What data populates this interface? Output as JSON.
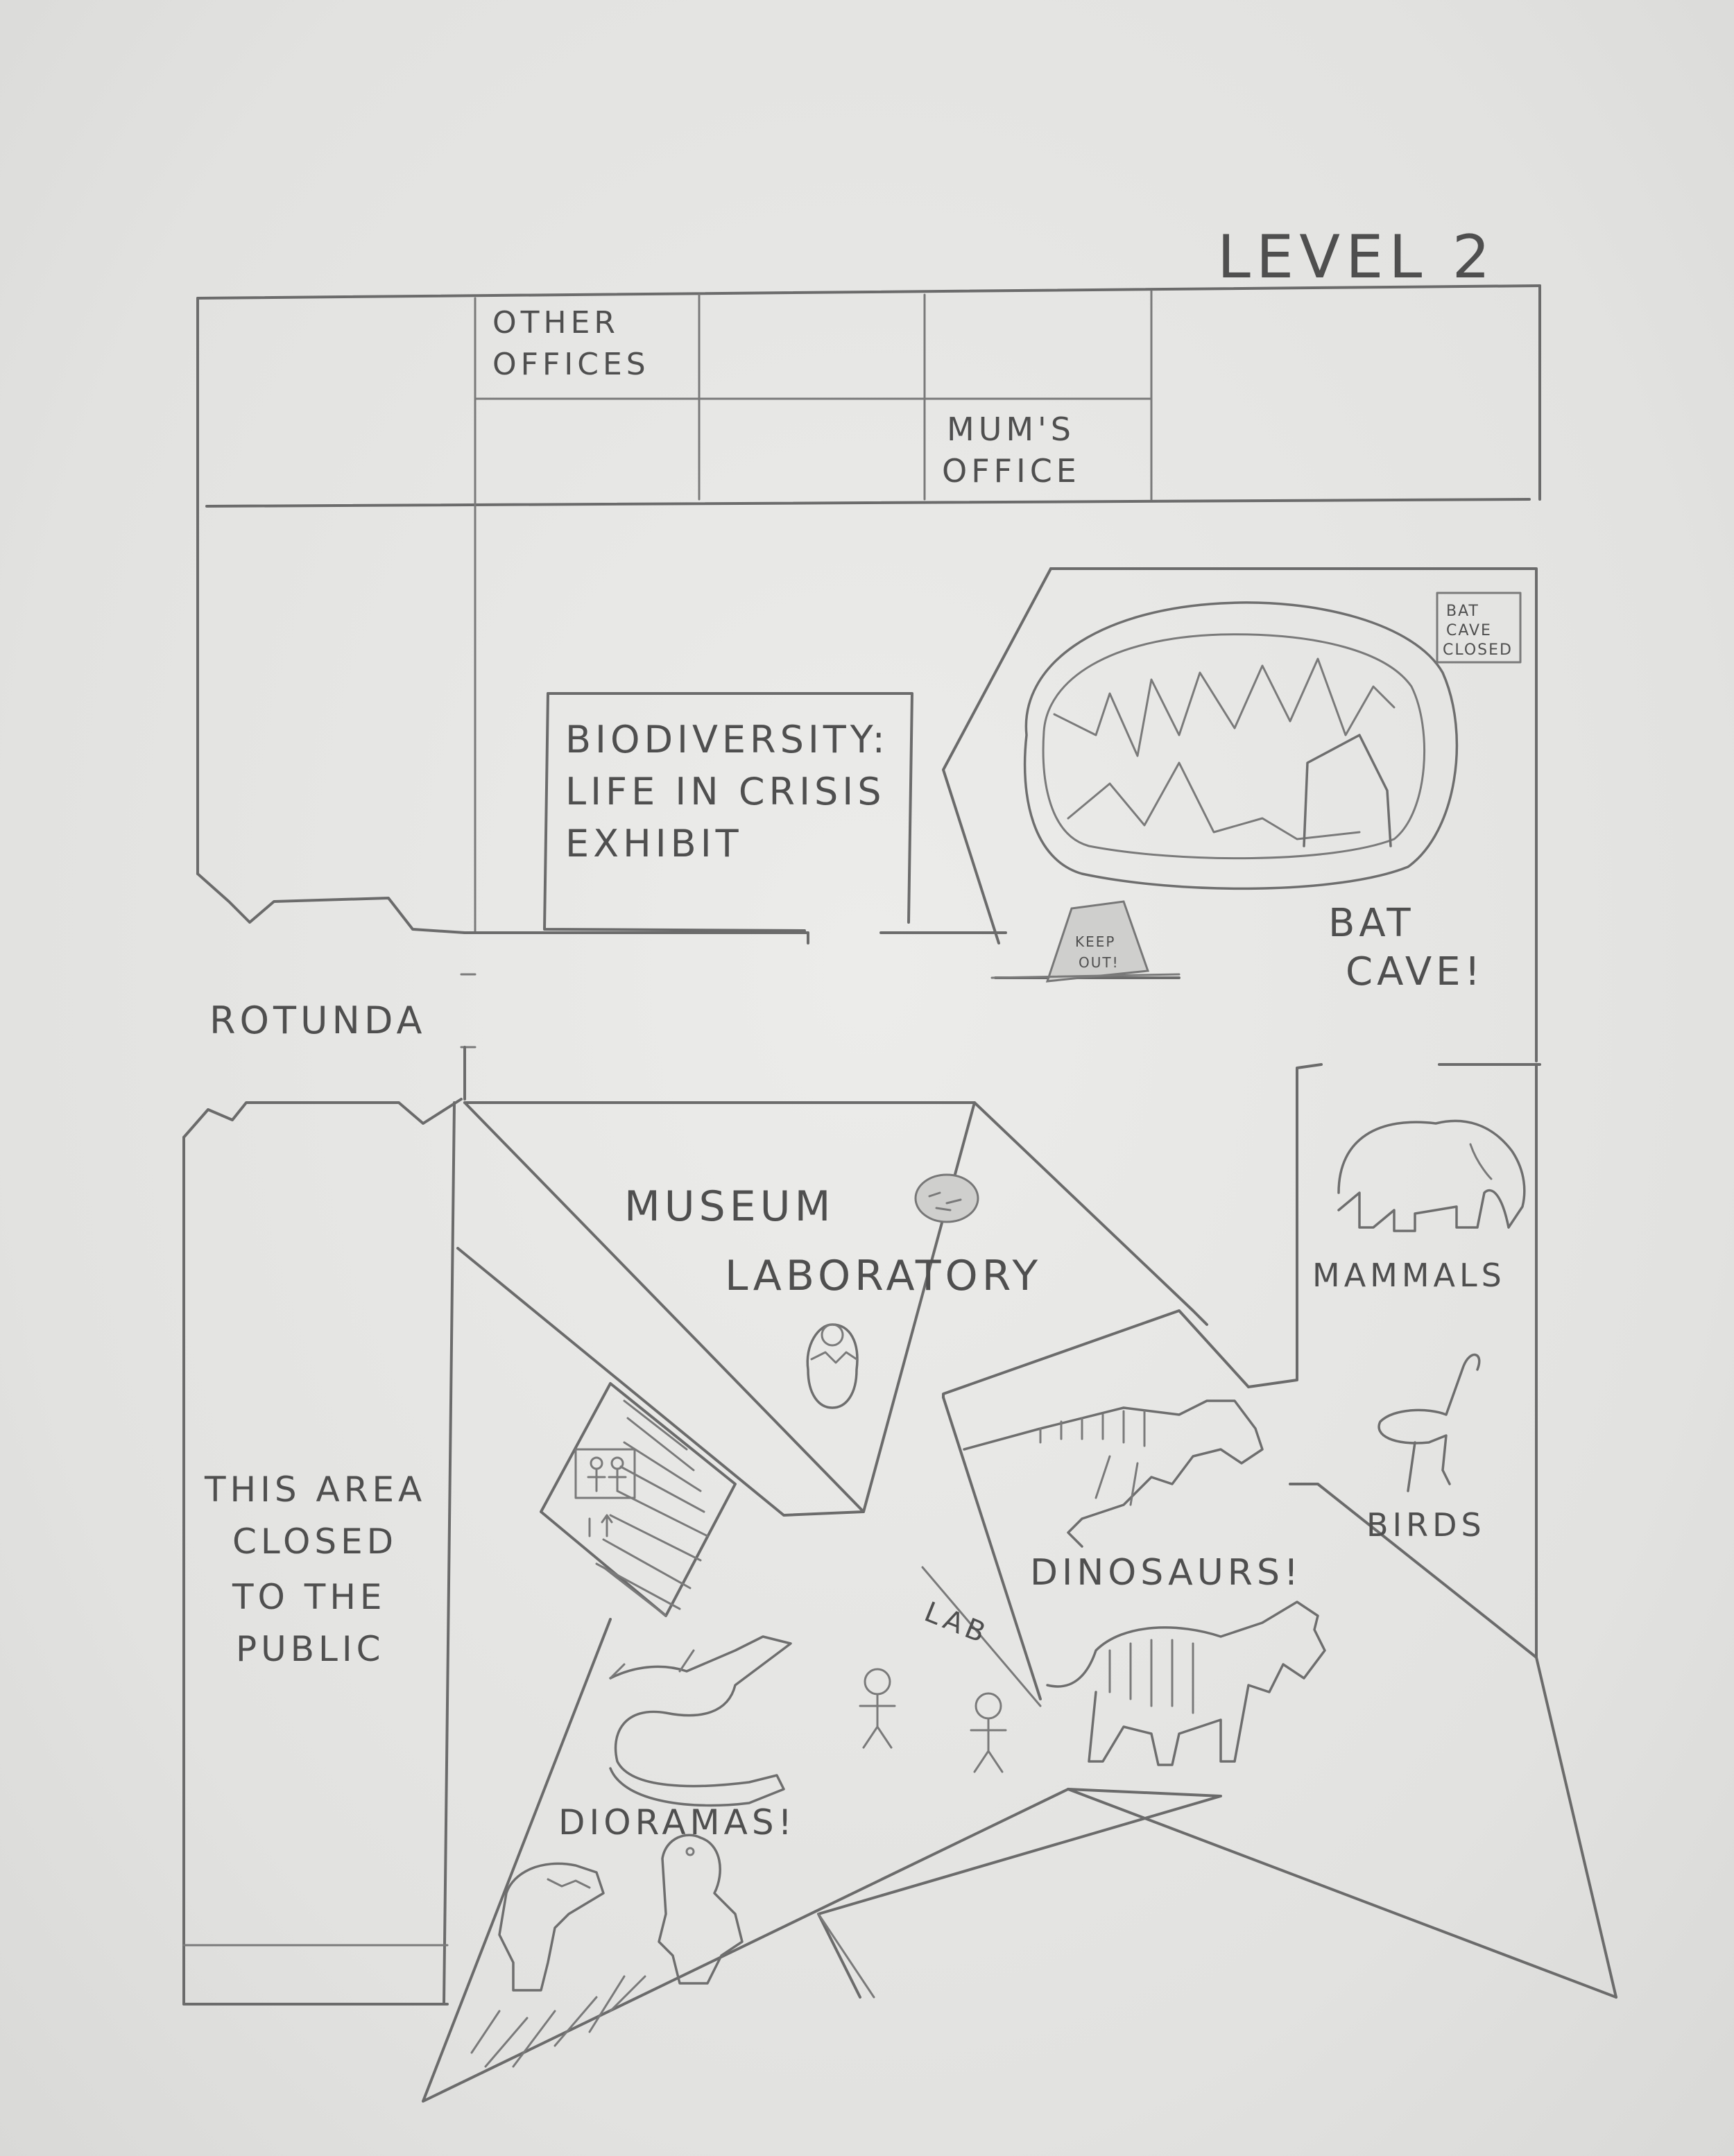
{
  "map": {
    "title": "LEVEL 2",
    "rooms": {
      "other_offices": [
        "OTHER",
        "OFFICES"
      ],
      "mums_office": [
        "MUM'S",
        "OFFICE"
      ],
      "biodiversity": [
        "BIODIVERSITY:",
        "LIFE IN CRISIS",
        "EXHIBIT"
      ],
      "bat_cave": [
        "BAT",
        "CAVE!"
      ],
      "bat_cave_sign": [
        "BAT",
        "CAVE",
        "CLOSED"
      ],
      "keep_out_sign": [
        "KEEP",
        "OUT!"
      ],
      "rotunda": "ROTUNDA",
      "museum_lab": [
        "MUSEUM",
        "LABORATORY"
      ],
      "mammals": "MAMMALS",
      "birds": "BIRDS",
      "dinosaurs": "DINOSAURS!",
      "lab": "LAB",
      "dioramas": "DIORAMAS!",
      "closed_area": [
        "THIS AREA",
        "CLOSED",
        "TO THE",
        "PUBLIC"
      ]
    },
    "icons": [
      "elephant-icon",
      "ostrich-icon",
      "t-rex-skeleton-icon",
      "triceratops-skeleton-icon",
      "restroom-icon",
      "stairs-icon",
      "hatching-egg-icon",
      "dinosaur-egg-icon",
      "stick-figure-icon",
      "plesiosaur-icon",
      "t-rex-icon",
      "dinosaur-mascot-icon",
      "cave-icon",
      "keep-out-sign-icon"
    ]
  }
}
